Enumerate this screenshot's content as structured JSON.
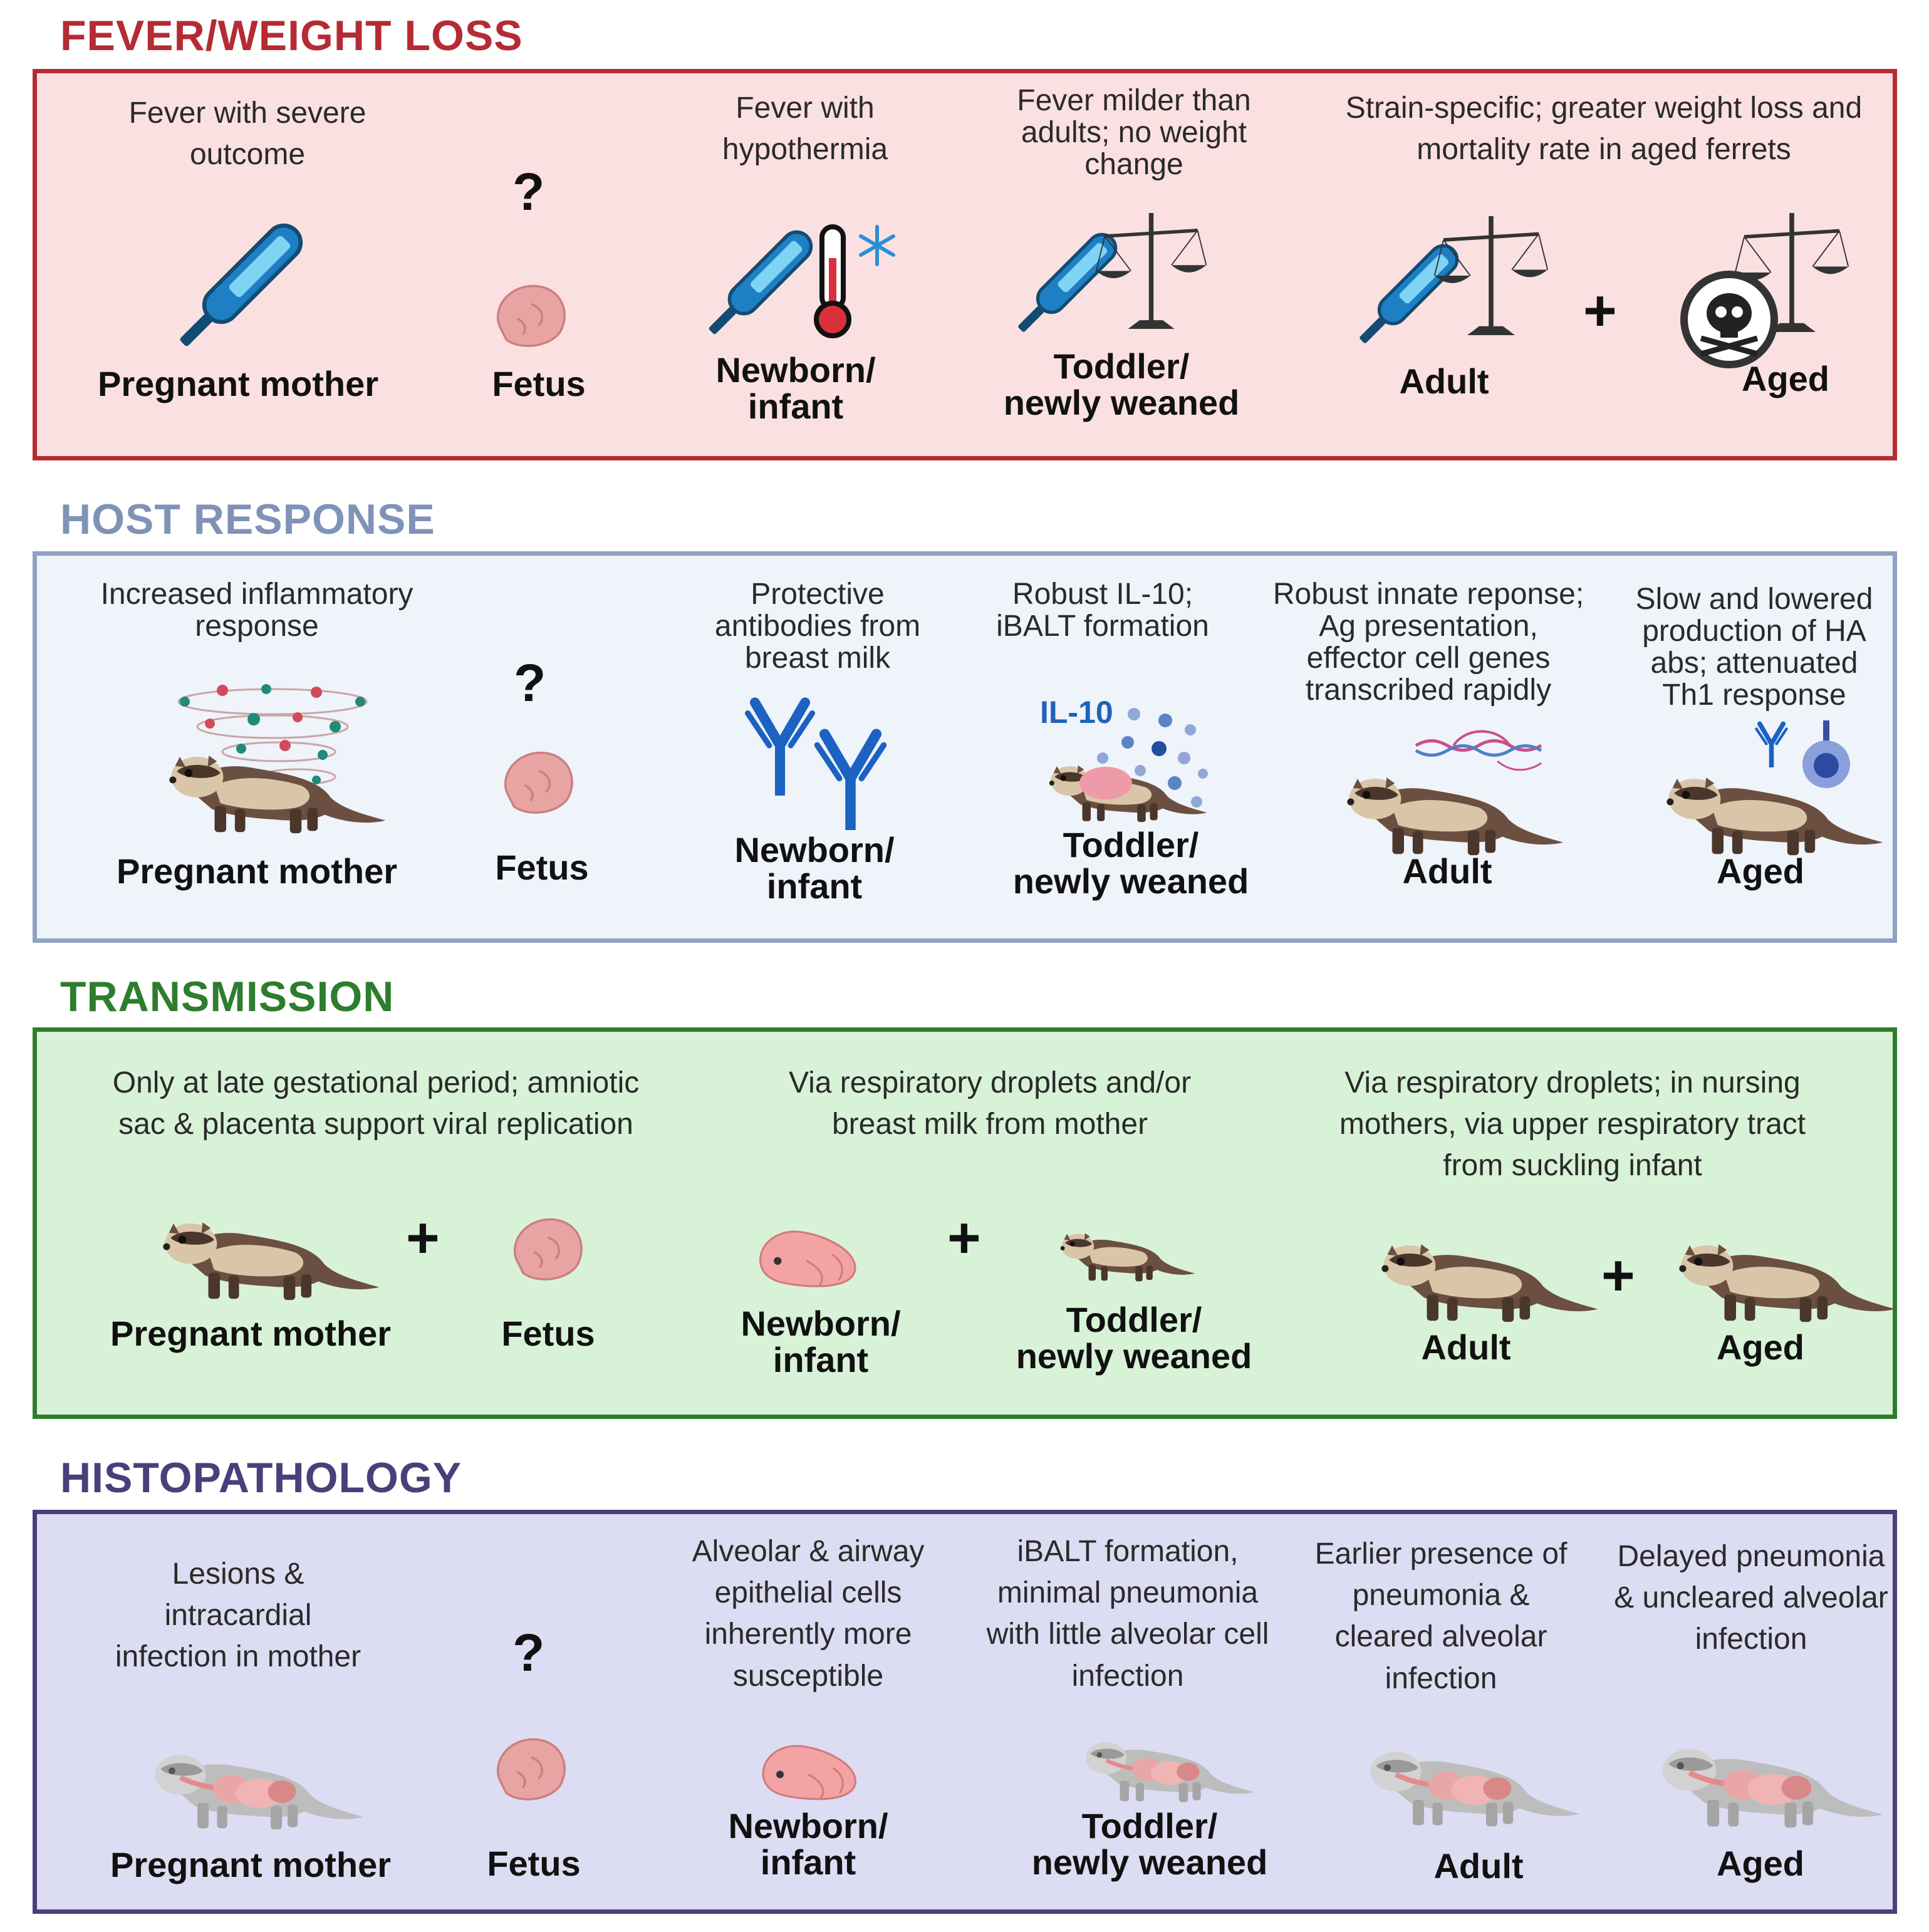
{
  "colors": {
    "fever": "#b52b33",
    "fever_bg": "#fbe0e1",
    "host": "#7f93b8",
    "host_bg": "#eff3fa",
    "transmission": "#2e7d2e",
    "transmission_bg": "#d8f2d8",
    "histo": "#4a3f7a",
    "histo_bg": "#dcdcf2"
  },
  "sections": {
    "fever": {
      "title": "FEVER/WEIGHT LOSS",
      "pregnant_desc": "Fever with severe outcome",
      "pregnant_label": "Pregnant mother",
      "fetus_q": "?",
      "fetus_label": "Fetus",
      "newborn_desc": "Fever with hypothermia",
      "newborn_label_1": "Newborn/",
      "newborn_label_2": "infant",
      "toddler_desc_1": "Fever milder than",
      "toddler_desc_2": "adults; no weight",
      "toddler_desc_3": "change",
      "toddler_label_1": "Toddler/",
      "toddler_label_2": "newly weaned",
      "adult_desc_1": "Strain-specific; greater weight loss and",
      "adult_desc_2": "mortality rate in aged ferrets",
      "adult_label": "Adult",
      "plus": "+",
      "aged_label": "Aged"
    },
    "host": {
      "title": "HOST RESPONSE",
      "pregnant_desc_1": "Increased inflammatory",
      "pregnant_desc_2": "response",
      "pregnant_label": "Pregnant mother",
      "fetus_q": "?",
      "fetus_label": "Fetus",
      "newborn_desc_1": "Protective",
      "newborn_desc_2": "antibodies from",
      "newborn_desc_3": "breast milk",
      "newborn_label_1": "Newborn/",
      "newborn_label_2": "infant",
      "toddler_desc_1": "Robust IL-10;",
      "toddler_desc_2": "iBALT formation",
      "il10": "IL-10",
      "toddler_label_1": "Toddler/",
      "toddler_label_2": "newly weaned",
      "adult_desc_1": "Robust innate reponse;",
      "adult_desc_2": "Ag presentation,",
      "adult_desc_3": "effector cell genes",
      "adult_desc_4": "transcribed rapidly",
      "adult_label": "Adult",
      "aged_desc_1": "Slow and lowered",
      "aged_desc_2": "production of HA",
      "aged_desc_3": "abs; attenuated",
      "aged_desc_4": "Th1 response",
      "aged_label": "Aged"
    },
    "transmission": {
      "title": "TRANSMISSION",
      "g1_desc_1": "Only at late gestational period; amniotic",
      "g1_desc_2": "sac & placenta support viral replication",
      "pregnant_label": "Pregnant mother",
      "fetus_label": "Fetus",
      "g2_desc_1": "Via respiratory droplets and/or",
      "g2_desc_2": "breast milk from mother",
      "newborn_label_1": "Newborn/",
      "newborn_label_2": "infant",
      "toddler_label_1": "Toddler/",
      "toddler_label_2": "newly weaned",
      "g3_desc_1": "Via respiratory droplets; in nursing",
      "g3_desc_2": "mothers, via upper respiratory tract",
      "g3_desc_3": "from suckling infant",
      "adult_label": "Adult",
      "aged_label": "Aged",
      "plus": "+"
    },
    "histo": {
      "title": "HISTOPATHOLOGY",
      "pregnant_desc_1": "Lesions &",
      "pregnant_desc_2": "intracardial",
      "pregnant_desc_3": "infection in mother",
      "pregnant_label": "Pregnant mother",
      "fetus_q": "?",
      "fetus_label": "Fetus",
      "newborn_desc_1": "Alveolar & airway",
      "newborn_desc_2": "epithelial cells",
      "newborn_desc_3": "inherently more",
      "newborn_desc_4": "susceptible",
      "newborn_label_1": "Newborn/",
      "newborn_label_2": "infant",
      "toddler_desc_1": "iBALT formation,",
      "toddler_desc_2": "minimal pneumonia",
      "toddler_desc_3": "with little alveolar cell",
      "toddler_desc_4": "infection",
      "toddler_label_1": "Toddler/",
      "toddler_label_2": "newly weaned",
      "adult_desc_1": "Earlier presence of",
      "adult_desc_2": "pneumonia &",
      "adult_desc_3": "cleared alveolar",
      "adult_desc_4": "infection",
      "adult_label": "Adult",
      "aged_desc_1": "Delayed pneumonia",
      "aged_desc_2": "& uncleared alveolar",
      "aged_desc_3": "infection",
      "aged_label": "Aged"
    }
  }
}
